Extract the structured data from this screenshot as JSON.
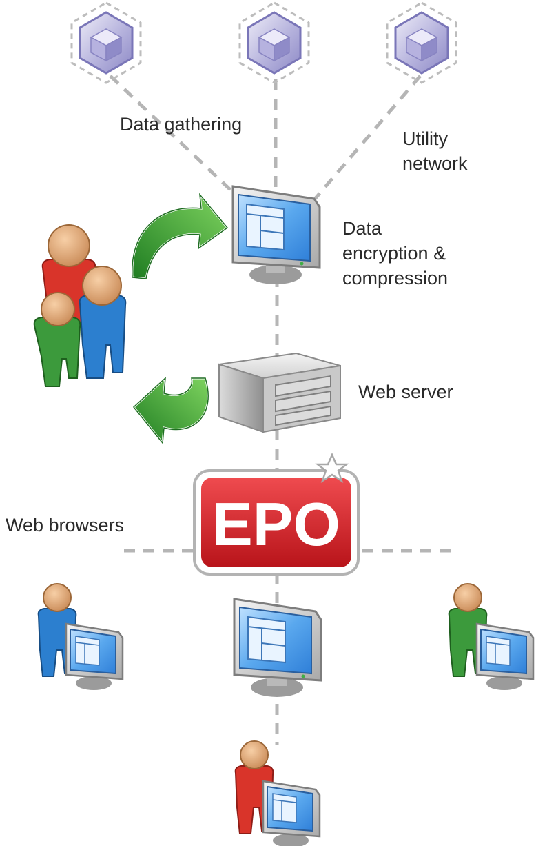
{
  "labels": {
    "data_gathering": "Data gathering",
    "utility_network_line1": "Utility",
    "utility_network_line2": "network",
    "data_encryption_line1": "Data",
    "data_encryption_line2": "encryption &",
    "data_encryption_line3": "compression",
    "web_server": "Web server",
    "web_browsers": "Web browsers"
  },
  "logo": {
    "text": "EPO"
  },
  "colors": {
    "connector": "#b5b5b5",
    "meter": "#8a86c4",
    "arrow_green": "#3a9a3a",
    "logo_red": "#d81f26",
    "person_red": "#d9342a",
    "person_blue": "#2c7fcf",
    "person_green": "#3c9a3c",
    "screen_blue": "#3d8fe0"
  },
  "icons": [
    "meter-icon",
    "monitor-icon",
    "server-icon",
    "people-group-icon",
    "arrow-icon",
    "star-icon",
    "user-at-computer-icon"
  ]
}
